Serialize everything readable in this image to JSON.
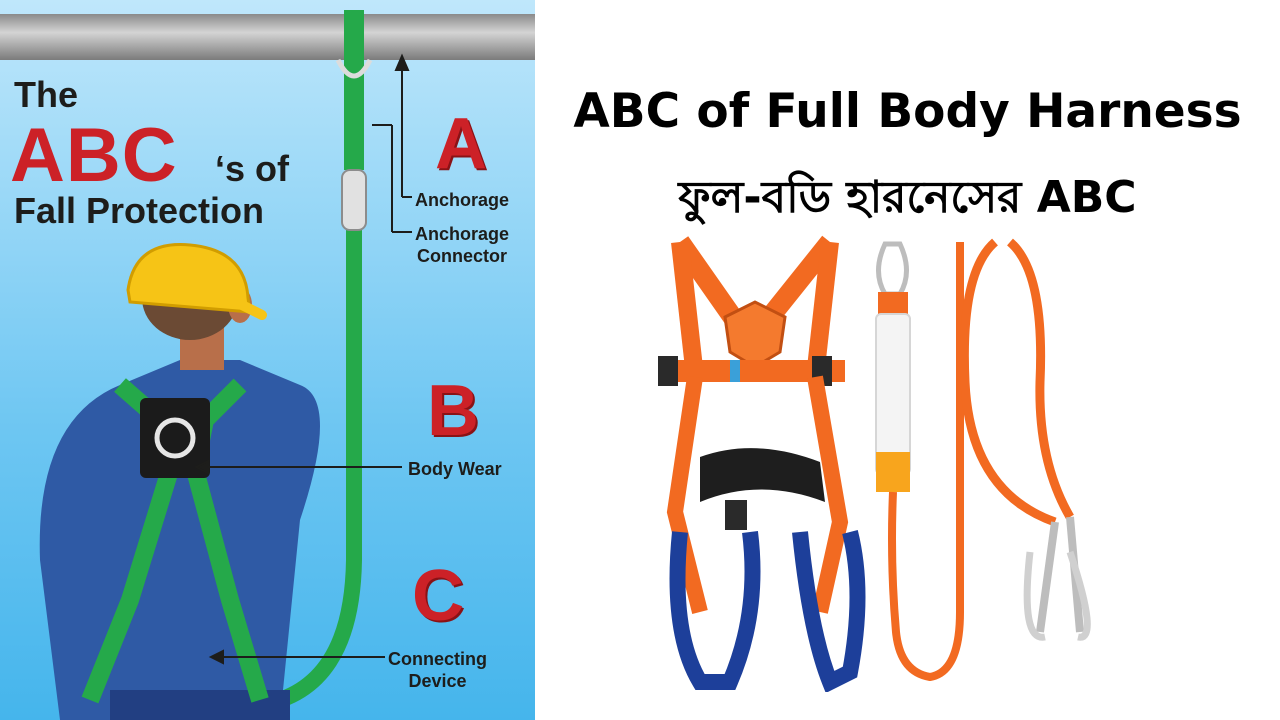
{
  "poster": {
    "the": "The",
    "abc": "ABC",
    "s_of": "‘s of",
    "fall_protection": "Fall Protection",
    "letters": {
      "a": "A",
      "b": "B",
      "c": "C"
    },
    "callouts": {
      "anchorage": "Anchorage",
      "anchorage_connector": "Anchorage\nConnector",
      "body_wear": "Body Wear",
      "connecting_device": "Connecting\nDevice"
    }
  },
  "titles": {
    "english": "ABC of Full Body Harness",
    "bengali": "ফুল-বডি হারনেসের ABC"
  },
  "colors": {
    "accent_red": "#cc2127",
    "sky": "#6dc6f2",
    "lanyard_green": "#25a94a",
    "harness_orange": "#f26a21",
    "harness_blue": "#1d3f9a"
  }
}
